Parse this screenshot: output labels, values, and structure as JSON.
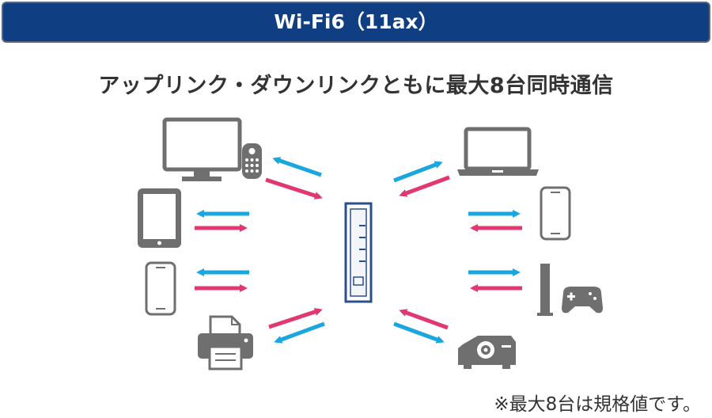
{
  "banner": {
    "title": "Wi-Fi6（11ax）"
  },
  "subtitle": "アップリンク・ダウンリンクともに最大8台同時通信",
  "note": "※最大8台は規格値です。",
  "colors": {
    "banner": "#0f3f82",
    "uplink": "#1aa7df",
    "downlink": "#e1396f",
    "device": "#6f6f6f",
    "router": "#2a4f8f"
  },
  "devices": {
    "left": [
      "desktop-monitor-with-remote-icon",
      "tablet-icon",
      "smartphone-icon",
      "printer-icon"
    ],
    "center": "wifi-router-icon",
    "right": [
      "laptop-icon",
      "smartphone-icon",
      "game-console-icon",
      "projector-icon"
    ]
  }
}
